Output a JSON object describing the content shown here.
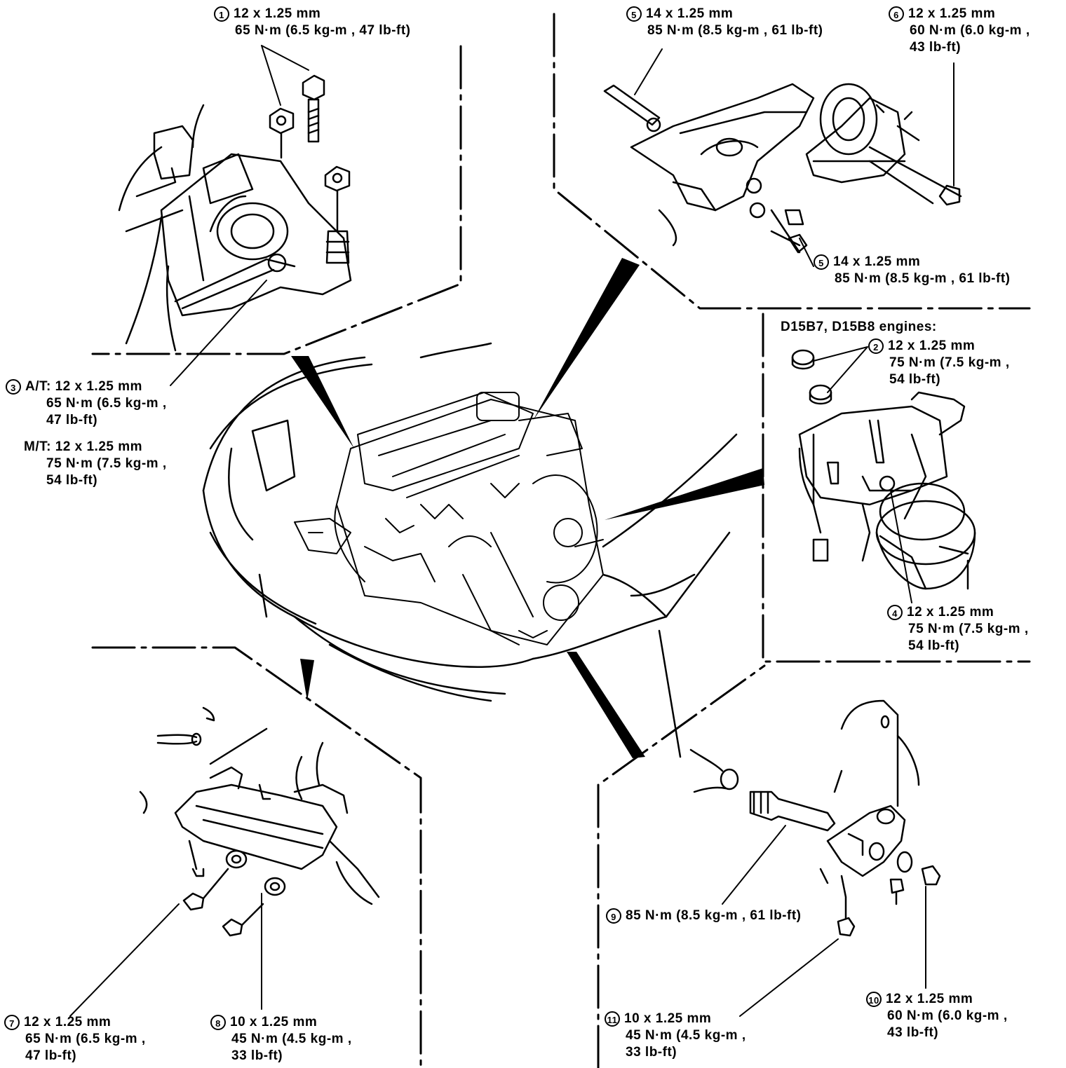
{
  "callouts": {
    "c1": {
      "num": "1",
      "line1": "12 x 1.25 mm",
      "line2": "65 N·m (6.5 kg-m , 47 lb-ft)"
    },
    "c5top": {
      "num": "5",
      "line1": "14 x 1.25 mm",
      "line2": "85 N·m (8.5 kg-m , 61 lb-ft)"
    },
    "c6": {
      "num": "6",
      "line1": "12 x 1.25 mm",
      "line2": "60 N·m (6.0 kg-m ,",
      "line3": "43 lb-ft)"
    },
    "c5b": {
      "num": "5",
      "line1": "14 x 1.25 mm",
      "line2": "85 N·m (8.5 kg-m , 61 lb-ft)"
    },
    "engines": "D15B7, D15B8 engines:",
    "c2": {
      "num": "2",
      "line1": "12 x 1.25 mm",
      "line2": "75 N·m (7.5 kg-m ,",
      "line3": "54 lb-ft)"
    },
    "c3": {
      "num": "3",
      "at_prefix": "A/T:",
      "at1": "12 x 1.25 mm",
      "at2": "65 N·m (6.5 kg-m ,",
      "at3": "47 lb-ft)",
      "mt_prefix": "M/T:",
      "mt1": "12 x 1.25 mm",
      "mt2": "75 N·m (7.5 kg-m ,",
      "mt3": "54 lb-ft)"
    },
    "c4": {
      "num": "4",
      "line1": "12 x 1.25 mm",
      "line2": "75 N·m (7.5 kg-m ,",
      "line3": "54 lb-ft)"
    },
    "c9": {
      "num": "9",
      "line1": "85 N·m (8.5 kg-m , 61 lb-ft)"
    },
    "c7": {
      "num": "7",
      "line1": "12 x 1.25 mm",
      "line2": "65 N·m (6.5 kg-m ,",
      "line3": "47 lb-ft)"
    },
    "c8": {
      "num": "8",
      "line1": "10 x 1.25 mm",
      "line2": "45 N·m (4.5 kg-m ,",
      "line3": "33 lb-ft)"
    },
    "c11": {
      "num": "11",
      "line1": "10 x 1.25 mm",
      "line2": "45 N·m (4.5 kg-m ,",
      "line3": "33 lb-ft)"
    },
    "c10": {
      "num": "10",
      "line1": "12 x 1.25 mm",
      "line2": "60 N·m (6.0 kg-m ,",
      "line3": "43 lb-ft)"
    }
  }
}
